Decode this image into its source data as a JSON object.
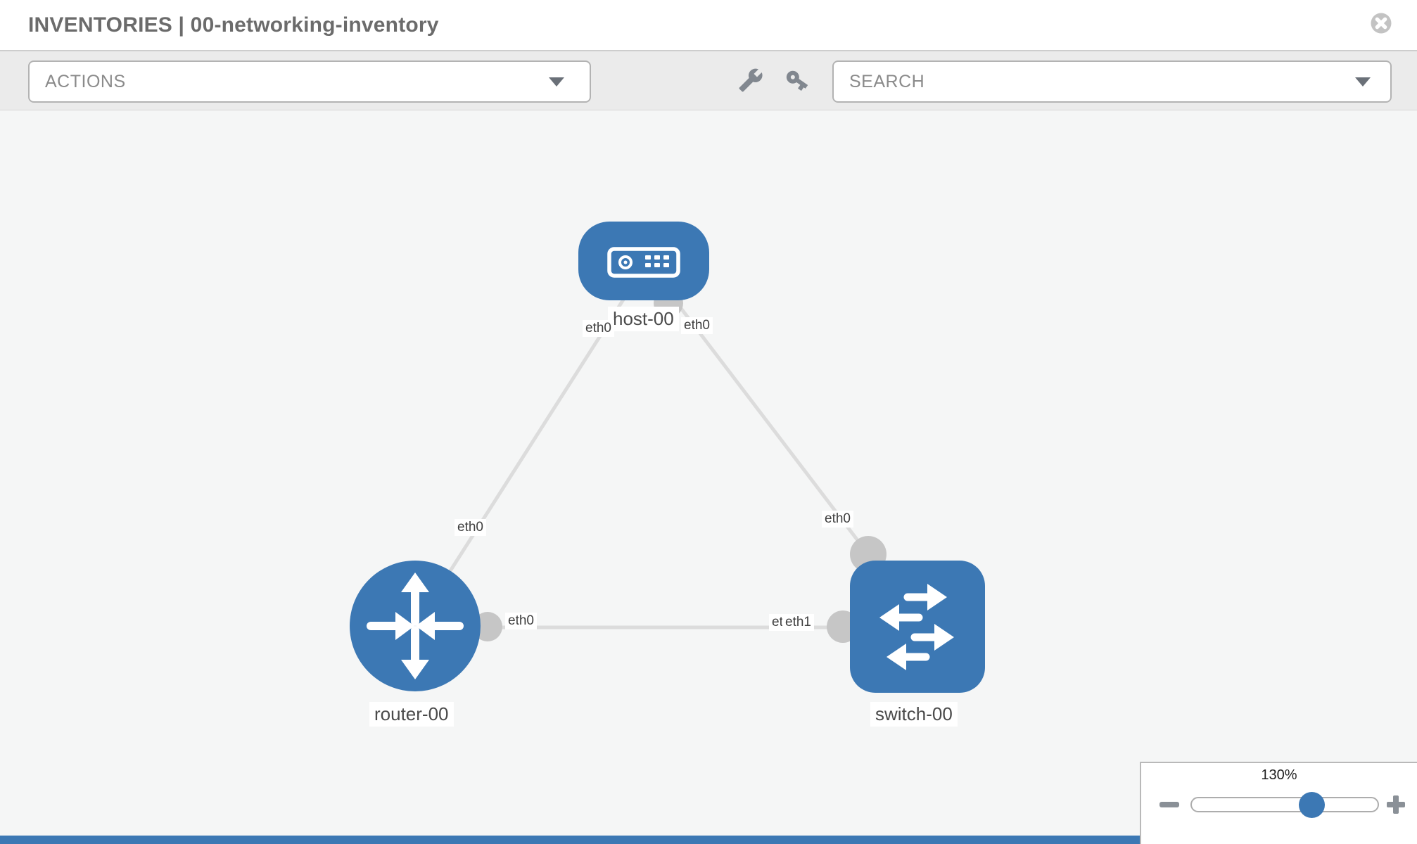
{
  "header": {
    "title": "INVENTORIES | 00-networking-inventory"
  },
  "toolbar": {
    "actions": {
      "label": "ACTIONS"
    },
    "search": {
      "label": "SEARCH"
    },
    "tools": [
      {
        "icon": "wrench-icon"
      },
      {
        "icon": "key-icon"
      }
    ]
  },
  "canvas": {
    "nodes": [
      {
        "label": "host-00",
        "type": "host"
      },
      {
        "label": "router-00",
        "type": "router"
      },
      {
        "label": "switch-00",
        "type": "switch"
      }
    ],
    "links": [
      {
        "from": "host-00",
        "to": "router-00",
        "from_interface": "eth0",
        "to_interface": "eth0"
      },
      {
        "from": "host-00",
        "to": "switch-00",
        "from_interface": "eth0",
        "to_interface": "eth0"
      },
      {
        "from": "router-00",
        "to": "switch-00",
        "from_interface": "eth0",
        "to_interface": "eth1"
      }
    ],
    "interfaces": {
      "host_left": "eth0",
      "host_right": "eth0",
      "router_top": "eth0",
      "router_right": "eth0",
      "switch_top": "eth0",
      "switch_left_back": "eth0",
      "switch_left": "eth1"
    }
  },
  "zoom": {
    "level": "130%"
  },
  "colors": {
    "node_blue": "#3c78b4",
    "link_gray": "#dcdcdc",
    "port_gray": "#c6c6c6",
    "toolbar_bg": "#ebebeb",
    "canvas_bg": "#f5f6f6"
  }
}
